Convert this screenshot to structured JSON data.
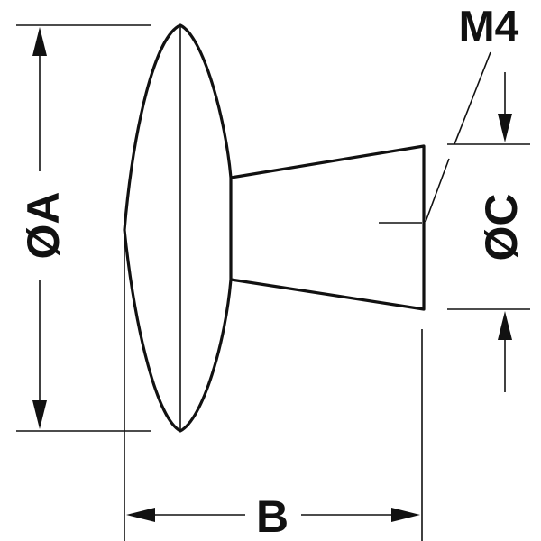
{
  "labels": {
    "diameter_a": "ØA",
    "length_b": "B",
    "diameter_c": "ØC",
    "thread": "M4"
  },
  "colors": {
    "line": "#111111",
    "background": "#ffffff"
  }
}
